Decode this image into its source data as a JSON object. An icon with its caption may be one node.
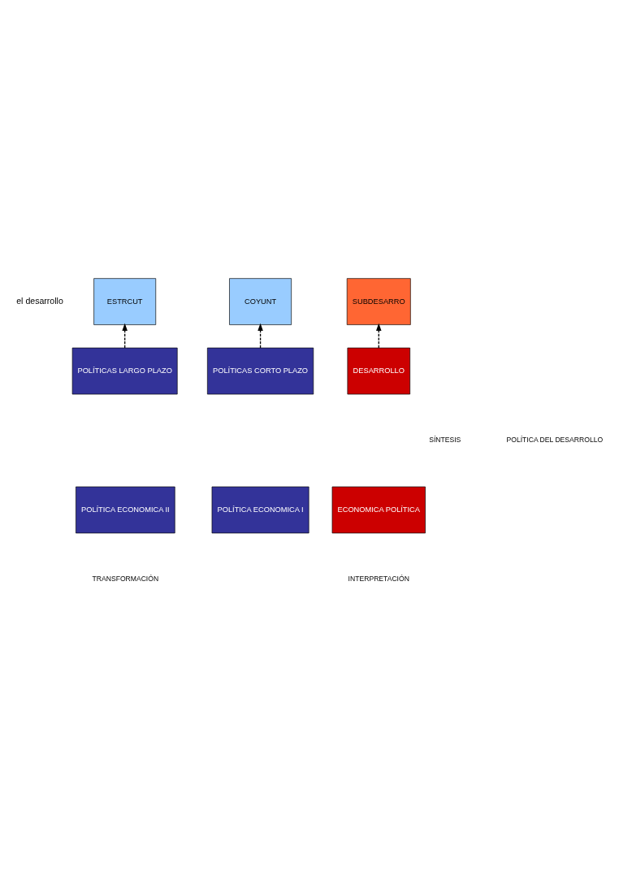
{
  "diagram": {
    "nodes": [
      {
        "text": [
          "ESTRCUT"
        ]
      },
      {
        "text": [
          "COYUNT"
        ]
      },
      {
        "text": [
          "SUBDESARRO"
        ]
      },
      {
        "text": [
          "POLÍTICAS LARGO PLAZO"
        ]
      },
      {
        "text": [
          "POLÍTICAS CORTO PLAZO"
        ]
      },
      {
        "text": [
          "DESARROLLO"
        ]
      },
      {
        "text": [
          "POLÍTICA ECONOMICA II"
        ]
      },
      {
        "text": [
          "POLÍTICA ECONOMICA I"
        ]
      },
      {
        "text": [
          "ECONOMICA POLÍTICA"
        ]
      }
    ],
    "edges": [
      {
        "from": 3,
        "to": 0,
        "arrow": "to",
        "style": "dashed"
      },
      {
        "from": 4,
        "to": 1,
        "arrow": "to",
        "style": "dashed"
      },
      {
        "from": 5,
        "to": 2,
        "arrow": "to",
        "style": "dashed"
      }
    ],
    "labels": [
      "el desarrollo",
      "SÍNTESIS",
      "POLÍTICA DEL DESARROLLO",
      "TRANSFORMACIÓN",
      "INTERPRETACIÓN"
    ]
  }
}
